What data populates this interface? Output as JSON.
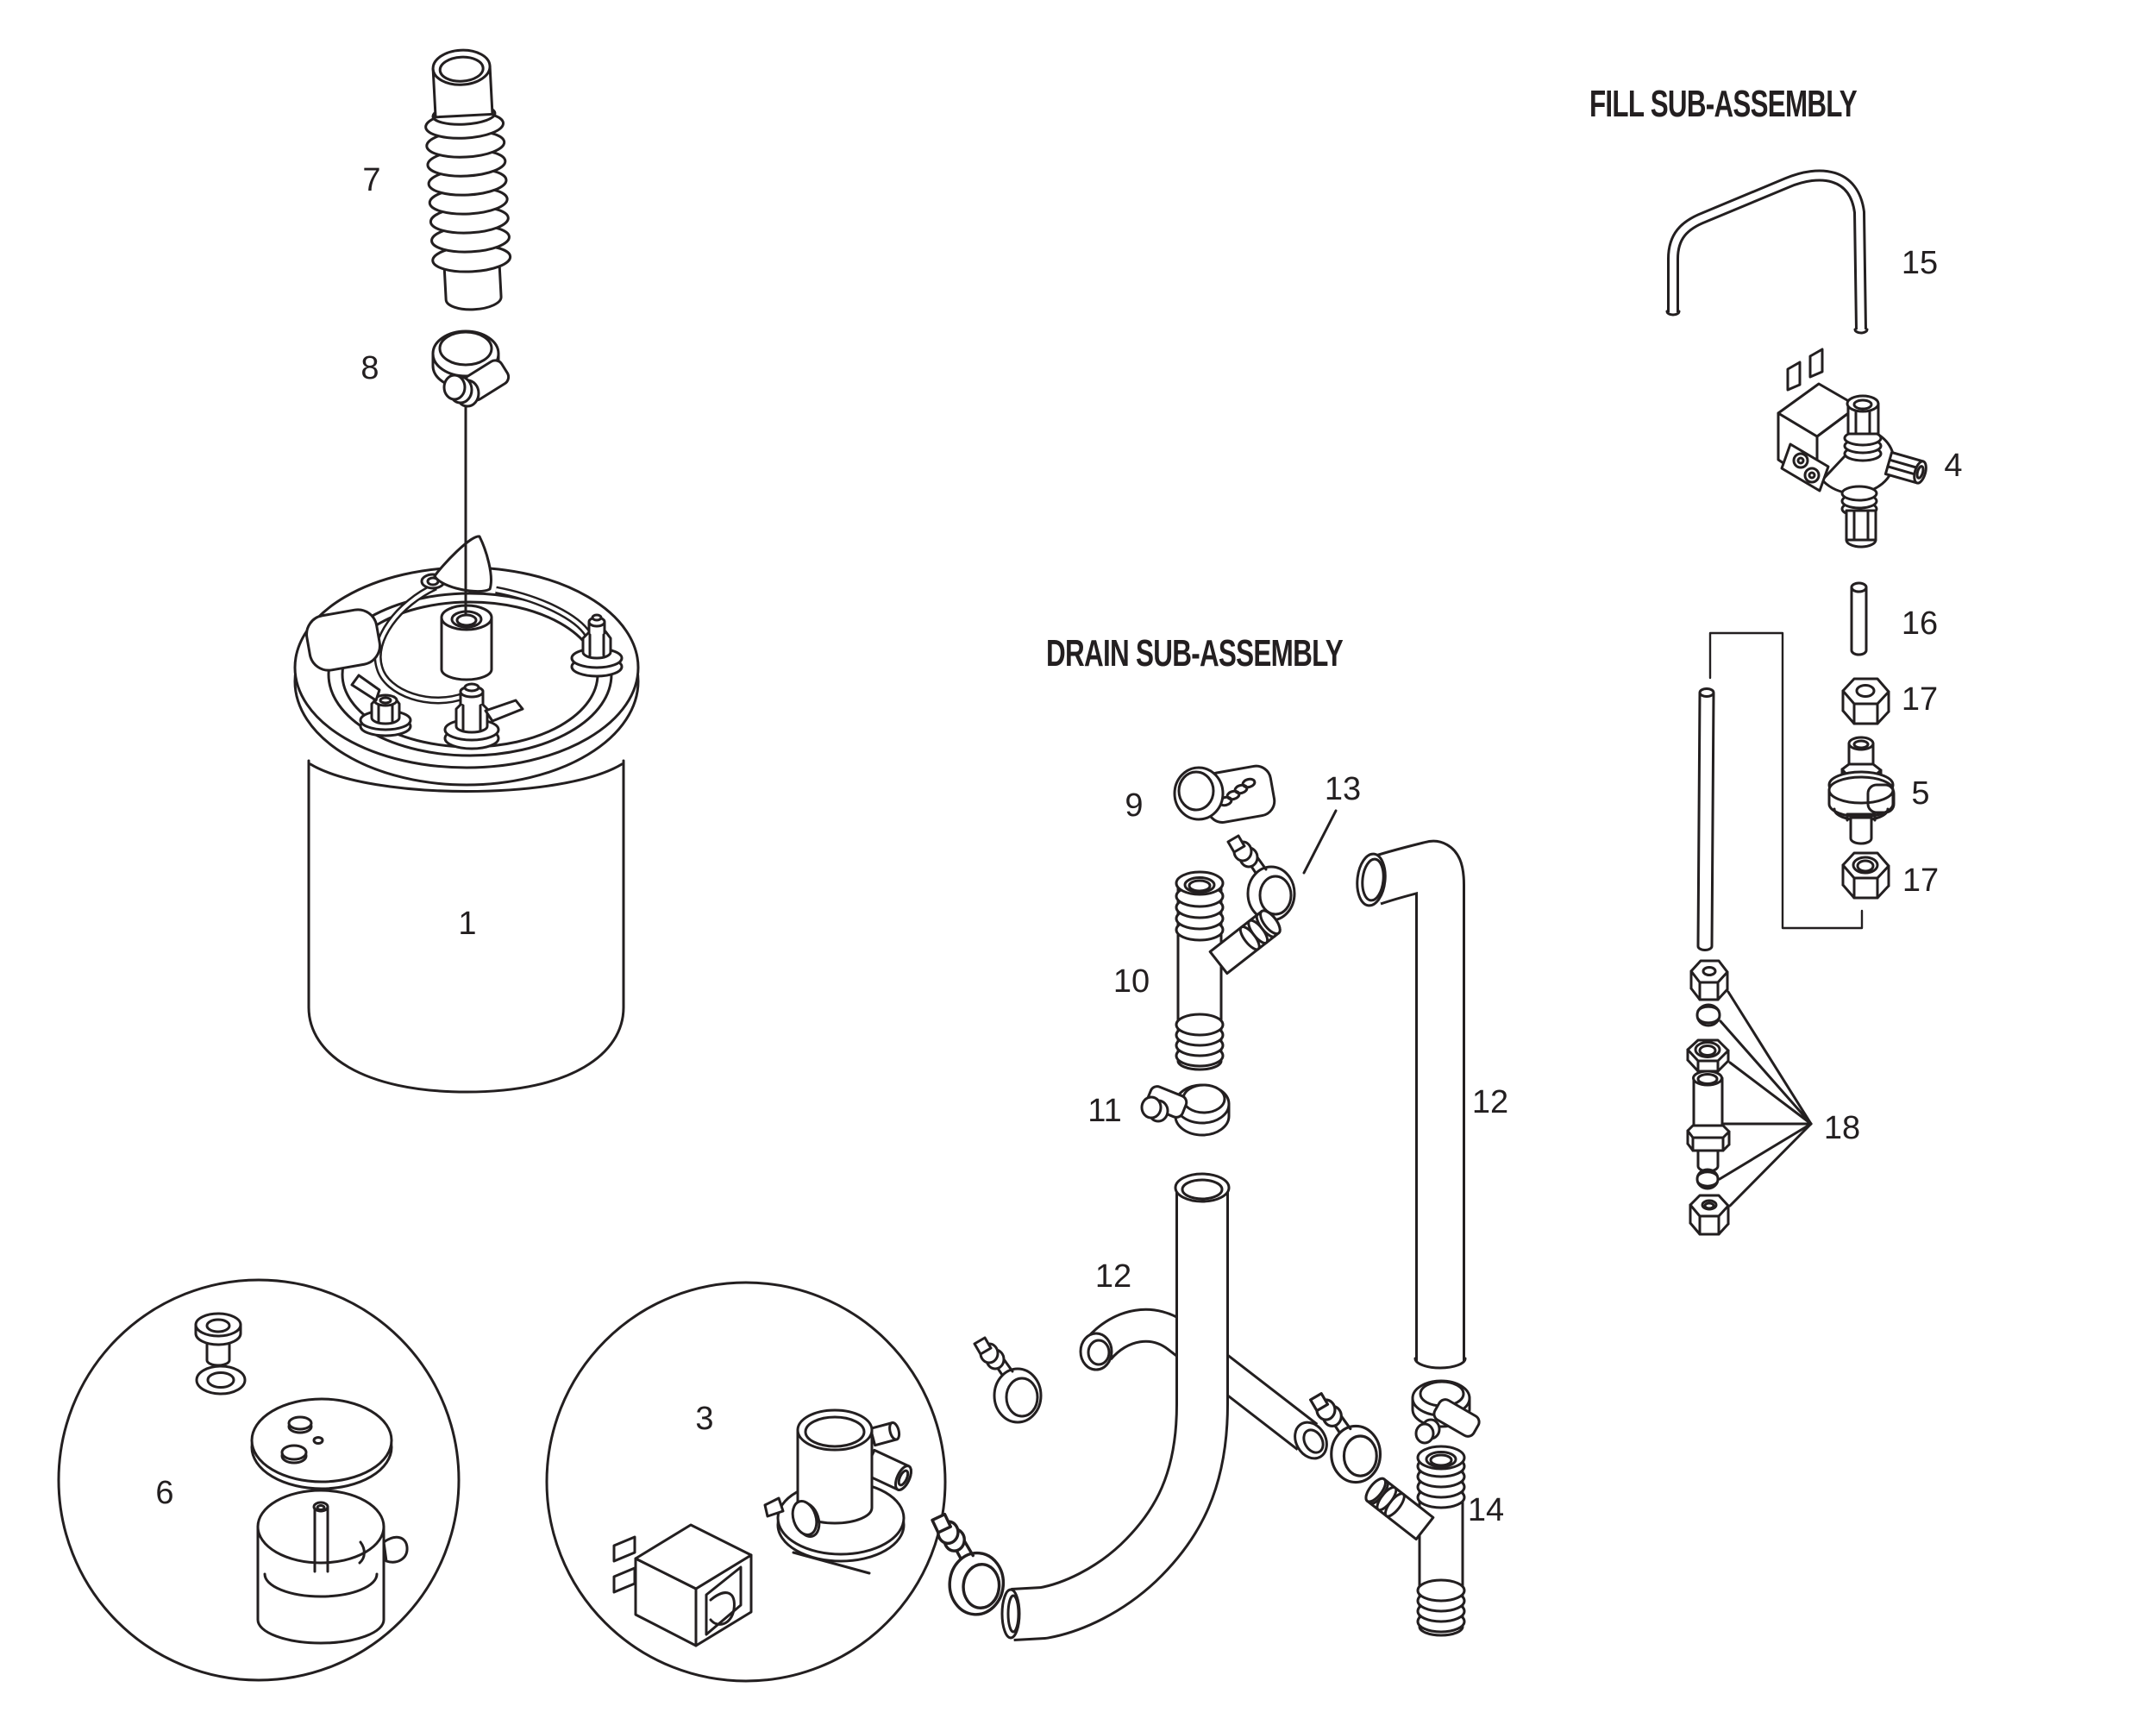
{
  "diagram": {
    "background": "#ffffff",
    "line_color": "#231f20",
    "titles": {
      "drain": "DRAIN SUB-ASSEMBLY",
      "fill": "FILL SUB-ASSEMBLY"
    },
    "labels": {
      "p1": "1",
      "p3": "3",
      "p4": "4",
      "p5": "5",
      "p6": "6",
      "p7": "7",
      "p8": "8",
      "p9": "9",
      "p10": "10",
      "p11": "11",
      "p12_mid": "12",
      "p12_right": "12",
      "p13": "13",
      "p14": "14",
      "p15": "15",
      "p16": "16",
      "p17_upper": "17",
      "p17_lower": "17",
      "p18": "18"
    }
  }
}
